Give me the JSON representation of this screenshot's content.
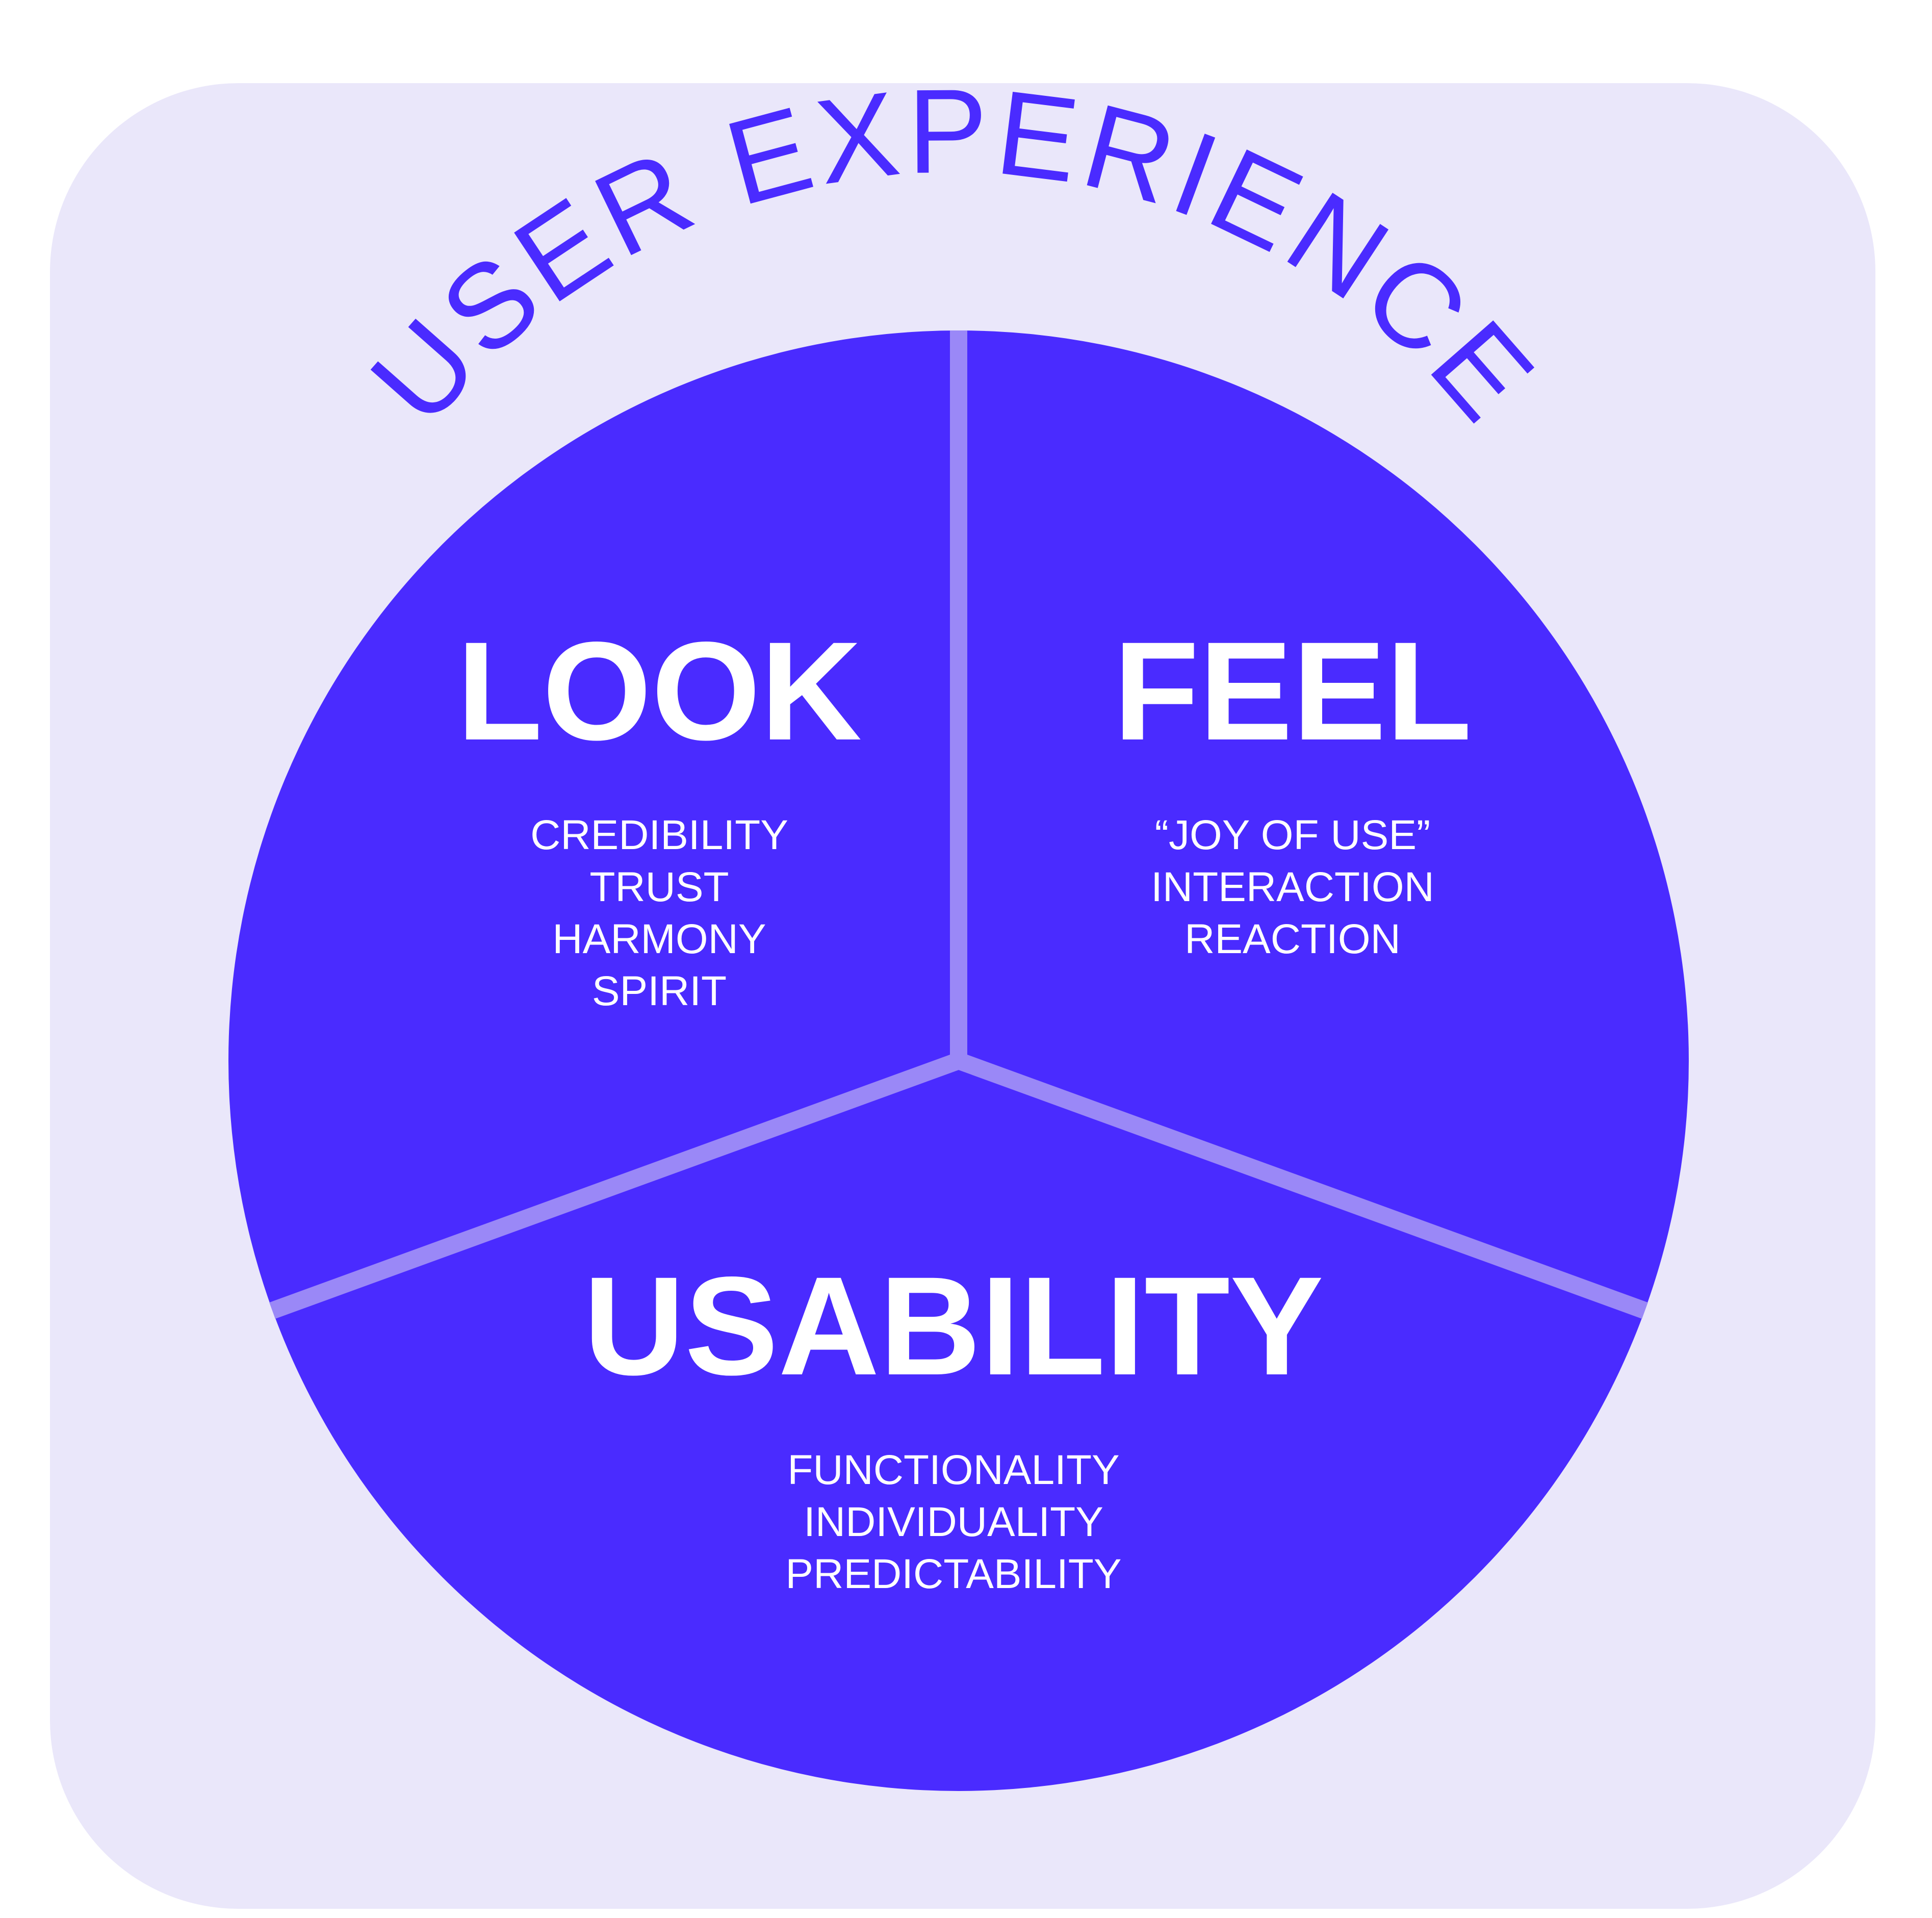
{
  "title": "USER EXPERIENCE",
  "colors": {
    "background": "#ffffff",
    "panel": "#eae7fa",
    "circle": "#4a2bff",
    "divider": "#9a88f7",
    "title_text": "#4a2bff",
    "section_text": "#ffffff"
  },
  "sections": [
    {
      "id": "look",
      "heading": "LOOK",
      "items": [
        "CREDIBILITY",
        "TRUST",
        "HARMONY",
        "SPIRIT"
      ]
    },
    {
      "id": "feel",
      "heading": "FEEL",
      "items": [
        "“JOY OF USE”",
        "INTERACTION",
        "REACTION"
      ]
    },
    {
      "id": "usability",
      "heading": "USABILITY",
      "items": [
        "FUNCTIONALITY",
        "INDIVIDUALITY",
        "PREDICTABILITY"
      ]
    }
  ]
}
